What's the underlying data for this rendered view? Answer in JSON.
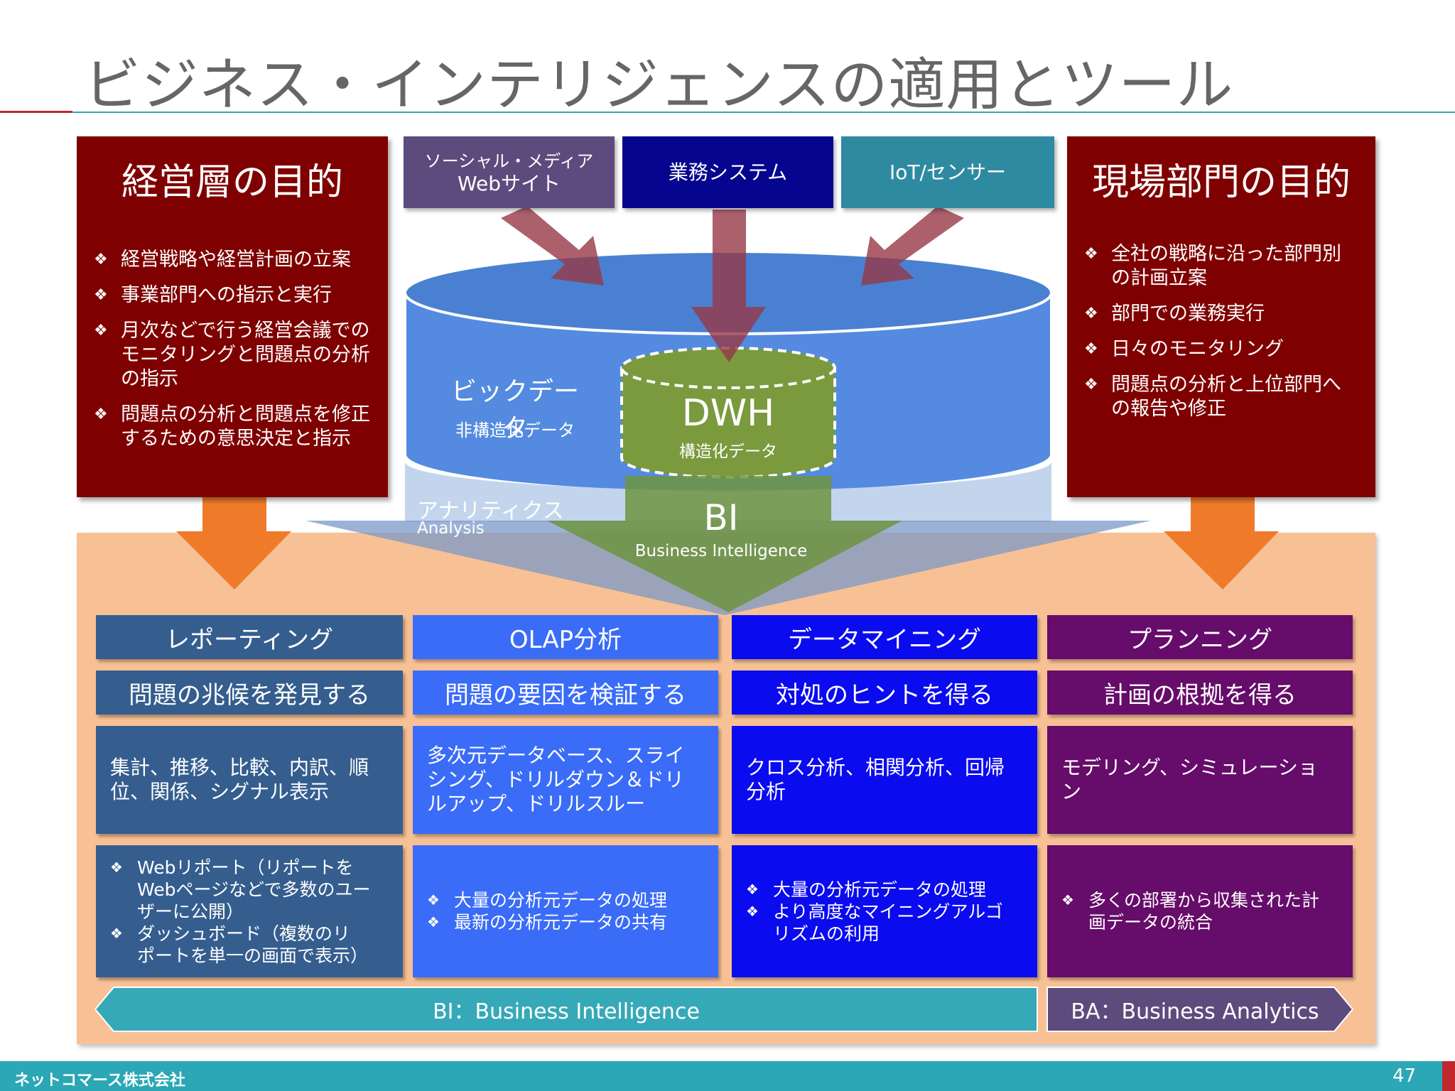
{
  "title": "ビジネス・インテリジェンスの適用とツール",
  "left_purpose": {
    "heading": "経営層の目的",
    "items": [
      [
        "経営戦略や経営計画の立案"
      ],
      [
        "事業部門への指示と実行"
      ],
      [
        "月次などで行う経営会議での",
        "モニタリングと問題点の分析",
        "の指示"
      ],
      [
        "問題点の分析と問題点を修正",
        "するための意思決定と指示"
      ]
    ]
  },
  "right_purpose": {
    "heading": "現場部門の目的",
    "items": [
      [
        "全社の戦略に沿った部門別",
        "の計画立案"
      ],
      [
        "部門での業務実行"
      ],
      [
        "日々のモニタリング"
      ],
      [
        "問題点の分析と上位部門へ",
        "の報告や修正"
      ]
    ]
  },
  "sources": {
    "social_line1": "ソーシャル・メディア",
    "social_line2": "Webサイト",
    "business": "業務システム",
    "iot": "IoT/センサー"
  },
  "bigdata": {
    "title": "ビックデータ",
    "subtitle": "非構造化データ",
    "dwh": "DWH",
    "dwh_sub": "構造化データ",
    "analysis_jp": "アナリティクス",
    "analysis_en": "Analysis",
    "bi": "BI",
    "bi_en": "Business Intelligence"
  },
  "columns": [
    {
      "name": "レポーティング",
      "purpose": "問題の兆候を発見する",
      "methods": [
        "集計、推移、比較、内訳、順",
        "位、関係、シグナル表示"
      ],
      "features": [
        [
          "Webリポート（リポートを",
          "Webページなどで多数のユー",
          "ザーに公開）"
        ],
        [
          "ダッシュボード（複数のリ",
          "ポートを単一の画面で表示）"
        ]
      ]
    },
    {
      "name": "OLAP分析",
      "purpose": "問題の要因を検証する",
      "methods": [
        "多次元データベース、スライ",
        "シング、ドリルダウン＆ドリ",
        "ルアップ、ドリルスルー"
      ],
      "features": [
        [
          "大量の分析元データの処理"
        ],
        [
          "最新の分析元データの共有"
        ]
      ]
    },
    {
      "name": "データマイニング",
      "purpose": "対処のヒントを得る",
      "methods": [
        "クロス分析、相関分析、回帰",
        "分析"
      ],
      "features": [
        [
          "大量の分析元データの処理"
        ],
        [
          "より高度なマイニングアルゴ",
          "リズムの利用"
        ]
      ]
    },
    {
      "name": "プランニング",
      "purpose": "計画の根拠を得る",
      "methods": [
        "モデリング、シミュレーショ",
        "ン"
      ],
      "features": [
        [
          "多くの部署から収集された計",
          "画データの統合"
        ]
      ]
    }
  ],
  "bands": {
    "bi": "BI：Business Intelligence",
    "ba": "BA：Business Analytics"
  },
  "footer": {
    "company": "ネットコマース株式会社",
    "page": "47"
  },
  "colors": {
    "purpose": "#7f0000",
    "social": "#5e4b7d",
    "business": "#05058f",
    "iot": "#2e8aa1",
    "reporting": "#355e8f",
    "olap": "#3a6cf8",
    "mining": "#0b0bf0",
    "planning": "#660c6a",
    "bi_band": "#36a9b8",
    "ba_band": "#5e4b7d"
  }
}
